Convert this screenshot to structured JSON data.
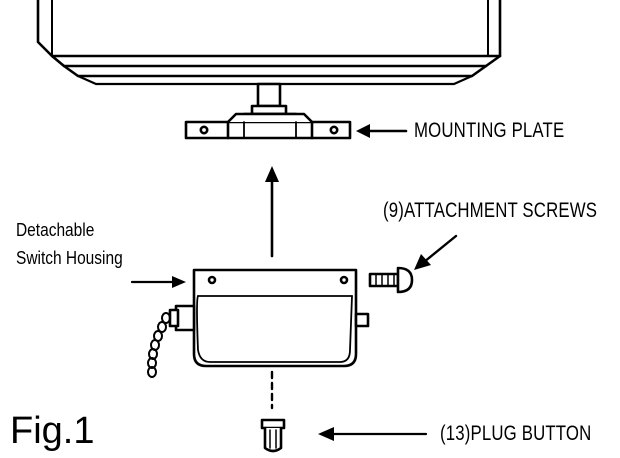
{
  "labels": {
    "mounting_plate": "MOUNTING PLATE",
    "attachment_screws": "(9)ATTACHMENT SCREWS",
    "switch_housing_line1": "Detachable",
    "switch_housing_line2": "Switch Housing",
    "plug_button": "(13)PLUG BUTTON",
    "figure": "Fig.1"
  },
  "colors": {
    "ink": "#000000",
    "paper": "#ffffff"
  }
}
